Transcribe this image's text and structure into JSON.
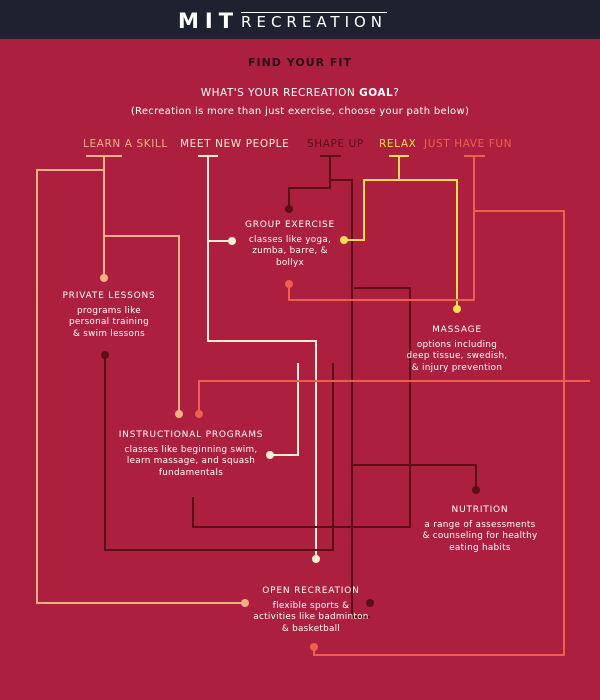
{
  "header": {
    "logo_mit": "MIT",
    "logo_rec": "RECREATION"
  },
  "heading": "FIND YOUR FIT",
  "question": {
    "pre": "WHAT'S YOUR RECREATION ",
    "strong": "GOAL",
    "post": "?"
  },
  "subtitle": "(Recreation is more than just exercise, choose your path below)",
  "goals": [
    {
      "id": "skill",
      "label": "LEARN A SKILL",
      "color": "#f2b184"
    },
    {
      "id": "people",
      "label": "MEET NEW PEOPLE",
      "color": "#fbeed2"
    },
    {
      "id": "shape",
      "label": "SHAPE UP",
      "color": "#5a1014"
    },
    {
      "id": "relax",
      "label": "RELAX",
      "color": "#f4df52"
    },
    {
      "id": "fun",
      "label": "JUST HAVE FUN",
      "color": "#ee5f4e"
    }
  ],
  "activities": {
    "group_exercise": {
      "title": "GROUP EXERCISE",
      "desc": [
        "classes like yoga,",
        "zumba, barre, &",
        "bollyx"
      ]
    },
    "private_lessons": {
      "title": "PRIVATE LESSONS",
      "desc": [
        "programs like",
        "personal training",
        "& swim lessons"
      ]
    },
    "massage": {
      "title": "MASSAGE",
      "desc": [
        "options including",
        "deep tissue, swedish,",
        "& injury prevention"
      ]
    },
    "instructional": {
      "title": "INSTRUCTIONAL PROGRAMS",
      "desc": [
        "classes like beginning swim,",
        "learn massage, and squash",
        "fundamentals"
      ]
    },
    "nutrition": {
      "title": "NUTRITION",
      "desc": [
        "a range of assessments",
        "& counseling for healthy",
        "eating habits"
      ]
    },
    "open_rec": {
      "title": "OPEN RECREATION",
      "desc": [
        "flexible sports &",
        "activities like badminton",
        "& basketball"
      ]
    }
  }
}
